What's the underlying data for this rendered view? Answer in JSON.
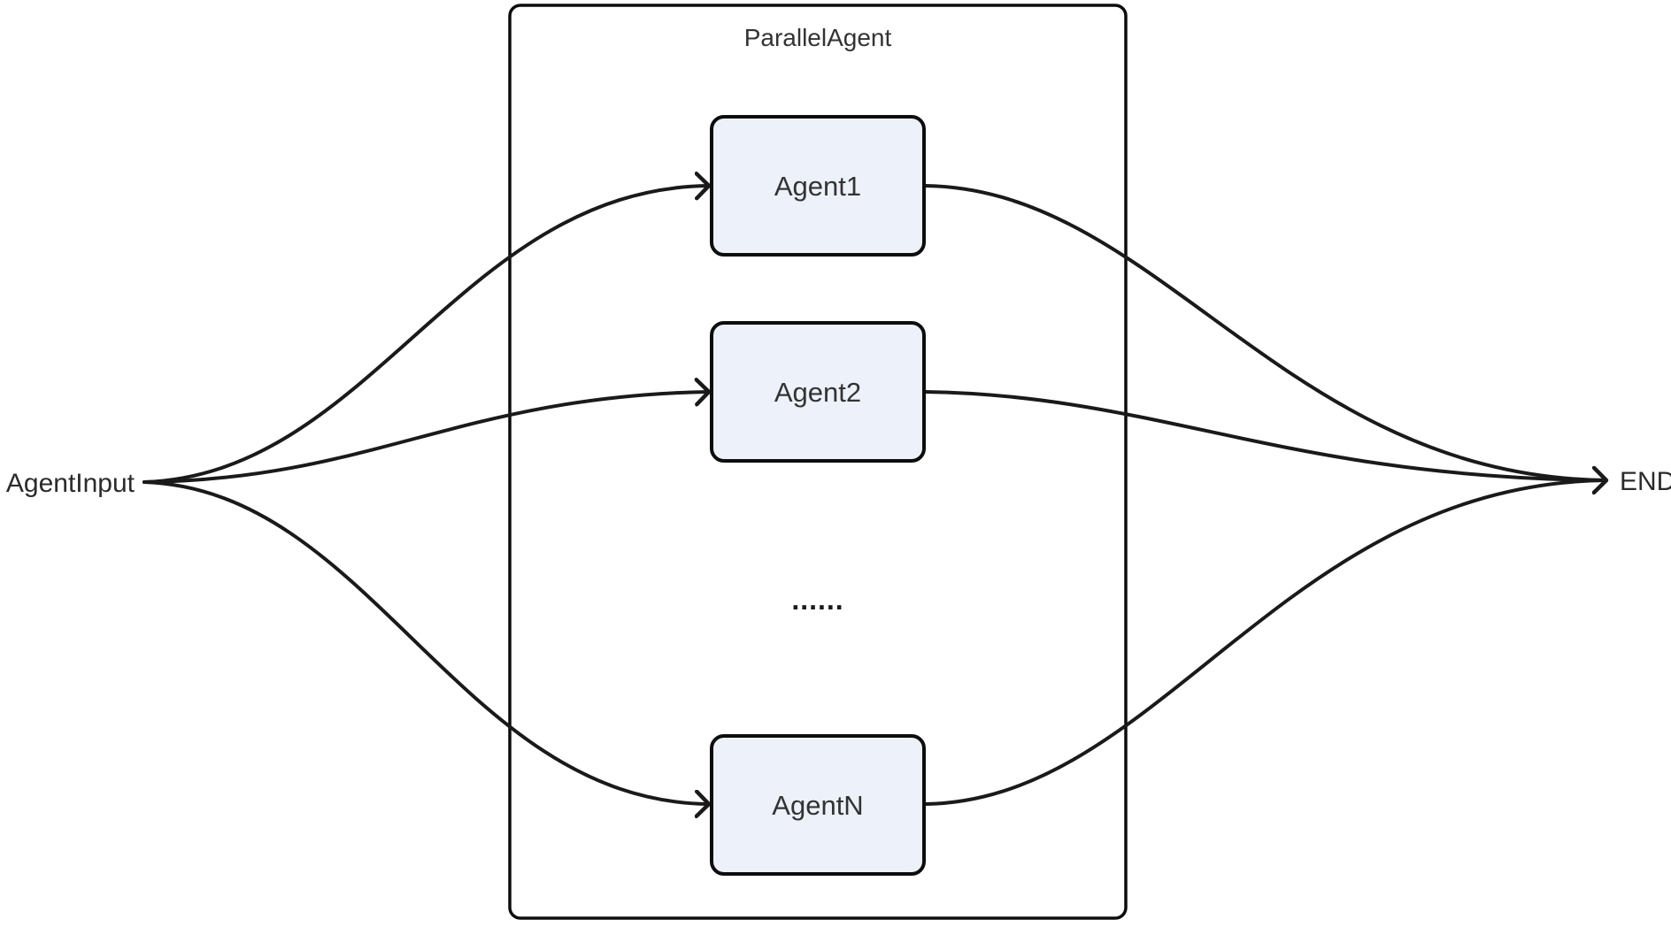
{
  "diagram": {
    "type": "flowchart-LR",
    "container": {
      "title": "ParallelAgent"
    },
    "start_label": "AgentInput",
    "end_label": "END",
    "nodes": [
      {
        "id": "agent1",
        "label": "Agent1"
      },
      {
        "id": "agent2",
        "label": "Agent2"
      },
      {
        "id": "agentN",
        "label": "AgentN"
      }
    ],
    "ellipsis": "......",
    "edges": [
      {
        "from": "AgentInput",
        "to": "Agent1"
      },
      {
        "from": "AgentInput",
        "to": "Agent2"
      },
      {
        "from": "AgentInput",
        "to": "AgentN"
      },
      {
        "from": "Agent1",
        "to": "END"
      },
      {
        "from": "Agent2",
        "to": "END"
      },
      {
        "from": "AgentN",
        "to": "END"
      }
    ],
    "colors": {
      "background": "#FFFFFF",
      "node_fill": "#ECF1FA",
      "node_border": "#0D0D0D",
      "container_border": "#0D0D0D",
      "edge_stroke": "#1A1A1A",
      "text": "#333333"
    }
  }
}
